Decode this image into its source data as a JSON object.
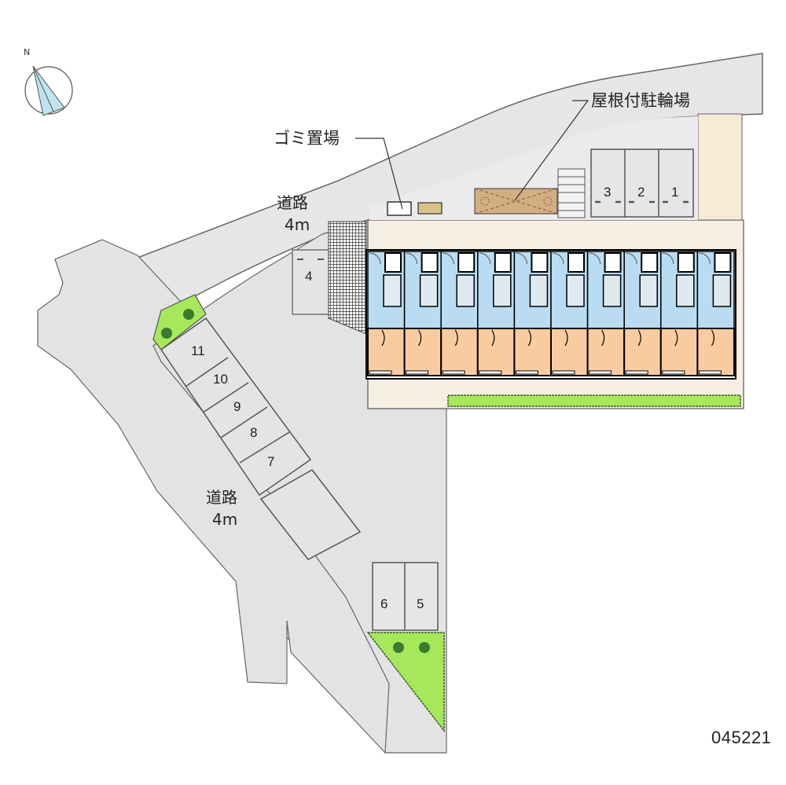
{
  "compass": {
    "north_label": "N",
    "icon": "compass-north-arrow-icon"
  },
  "labels": {
    "garbage_area": "ゴミ置場",
    "covered_bicycle_parking": "屋根付駐輪場",
    "road_north": {
      "name": "道路",
      "width": "4m"
    },
    "road_west": {
      "name": "道路",
      "width": "4m"
    }
  },
  "parking_spaces": [
    {
      "id": "1",
      "label": "1"
    },
    {
      "id": "2",
      "label": "2"
    },
    {
      "id": "3",
      "label": "3"
    },
    {
      "id": "4",
      "label": "4"
    },
    {
      "id": "5",
      "label": "5"
    },
    {
      "id": "6",
      "label": "6"
    },
    {
      "id": "7",
      "label": "7"
    },
    {
      "id": "8",
      "label": "8"
    },
    {
      "id": "9",
      "label": "9"
    },
    {
      "id": "10",
      "label": "10"
    },
    {
      "id": "11",
      "label": "11"
    }
  ],
  "building": {
    "unit_count": 10
  },
  "property_code": "045221",
  "colors": {
    "road": "#e3e3e3",
    "site": "#d9d9d9",
    "building_floor": "#f9ccA0",
    "water_area": "#b9dcf2",
    "green": "#a6e85a",
    "tree": "#3c7a32",
    "bike_roof": "#d2ae80",
    "yard": "#f6efe4"
  }
}
